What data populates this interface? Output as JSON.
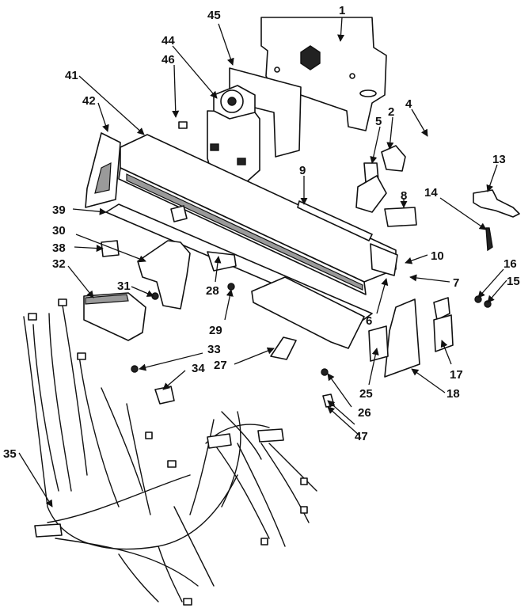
{
  "diagram": {
    "callouts": [
      "1",
      "2",
      "4",
      "5",
      "6",
      "7",
      "8",
      "9",
      "10",
      "13",
      "14",
      "15",
      "16",
      "17",
      "18",
      "25",
      "26",
      "27",
      "28",
      "29",
      "30",
      "31",
      "32",
      "33",
      "34",
      "35",
      "38",
      "39",
      "41",
      "42",
      "44",
      "45",
      "46",
      "47"
    ]
  }
}
